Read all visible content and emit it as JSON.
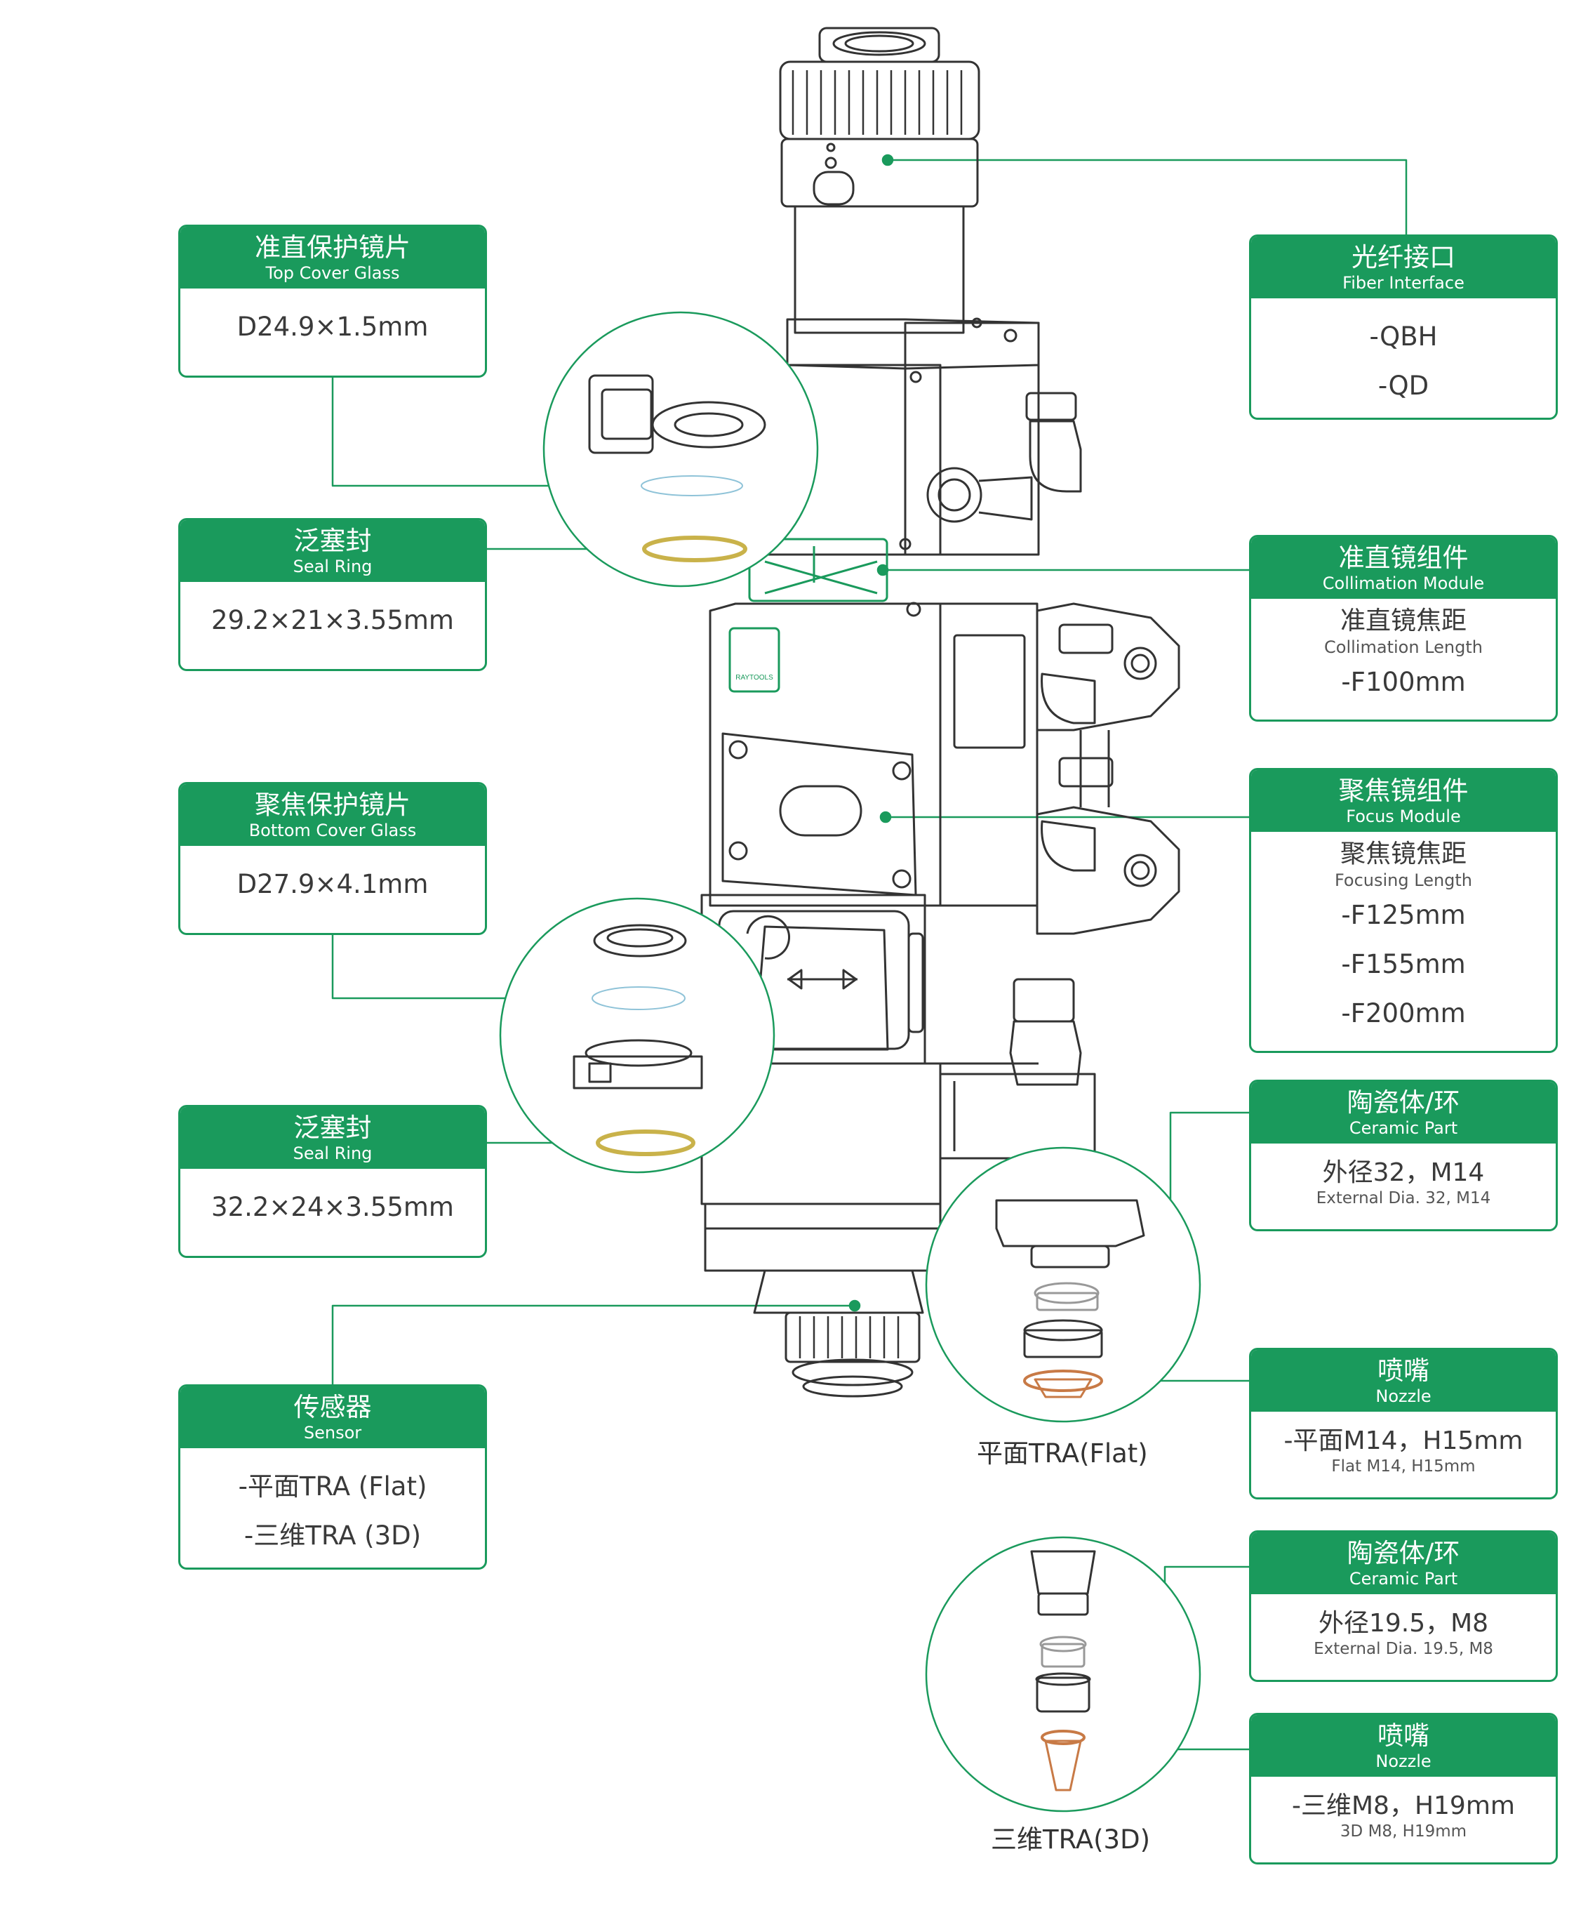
{
  "colors": {
    "accent": "#1a9a5c",
    "outline": "#333333",
    "brass": "#c9b24a",
    "copper": "#c87a46"
  },
  "logo_text": "RAYTOOLS",
  "cards": {
    "top_cover_glass": {
      "zh": "准直保护镜片",
      "en": "Top Cover Glass",
      "values": [
        "D24.9×1.5mm"
      ]
    },
    "seal_ring_1": {
      "zh": "泛塞封",
      "en": "Seal Ring",
      "values": [
        "29.2×21×3.55mm"
      ]
    },
    "bottom_cover_glass": {
      "zh": "聚焦保护镜片",
      "en": "Bottom Cover Glass",
      "values": [
        "D27.9×4.1mm"
      ]
    },
    "seal_ring_2": {
      "zh": "泛塞封",
      "en": "Seal Ring",
      "values": [
        "32.2×24×3.55mm"
      ]
    },
    "sensor": {
      "zh": "传感器",
      "en": "Sensor",
      "values": [
        "-平面TRA (Flat)",
        "-三维TRA (3D)"
      ]
    },
    "fiber_interface": {
      "zh": "光纤接口",
      "en": "Fiber Interface",
      "values": [
        "-QBH",
        "-QD"
      ]
    },
    "collimation_module": {
      "zh": "准直镜组件",
      "en": "Collimation Module",
      "sub_zh": "准直镜焦距",
      "sub_en": "Collimation Length",
      "values": [
        "-F100mm"
      ]
    },
    "focus_module": {
      "zh": "聚焦镜组件",
      "en": "Focus Module",
      "sub_zh": "聚焦镜焦距",
      "sub_en": "Focusing Length",
      "values": [
        "-F125mm",
        "-F155mm",
        "-F200mm"
      ]
    },
    "ceramic_flat": {
      "zh": "陶瓷体/环",
      "en": "Ceramic Part",
      "value": "外径32，M14",
      "value_en": "External Dia. 32, M14"
    },
    "nozzle_flat": {
      "zh": "喷嘴",
      "en": "Nozzle",
      "value": "-平面M14，H15mm",
      "value_en": "Flat M14, H15mm"
    },
    "ceramic_3d": {
      "zh": "陶瓷体/环",
      "en": "Ceramic Part",
      "value": "外径19.5，M8",
      "value_en": "External Dia. 19.5, M8"
    },
    "nozzle_3d": {
      "zh": "喷嘴",
      "en": "Nozzle",
      "value": "-三维M8，H19mm",
      "value_en": "3D M8, H19mm"
    }
  },
  "captions": {
    "flat": "平面TRA(Flat)",
    "three_d": "三维TRA(3D)"
  }
}
